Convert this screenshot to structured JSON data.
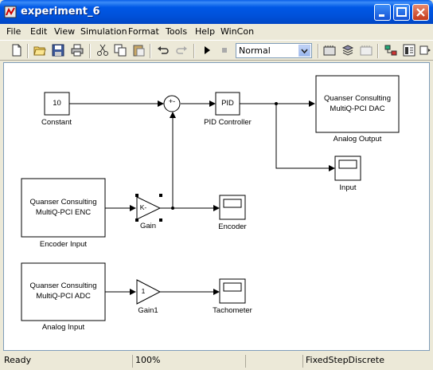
{
  "window": {
    "title": "experiment_6"
  },
  "menu": [
    "File",
    "Edit",
    "View",
    "Simulation",
    "Format",
    "Tools",
    "Help",
    "WinCon"
  ],
  "toolbar": {
    "mode": "Normal"
  },
  "blocks": {
    "constant": {
      "value": "10",
      "label": "Constant"
    },
    "sum": {
      "signs": "+-"
    },
    "pid": {
      "text": "PID",
      "label": "PID Controller"
    },
    "analog_output": {
      "line1": "Quanser Consulting",
      "line2": "MultiQ-PCI DAC",
      "label": "Analog Output"
    },
    "input_scope": {
      "label": "Input"
    },
    "encoder_input": {
      "line1": "Quanser Consulting",
      "line2": "MultiQ-PCI ENC",
      "label": "Encoder Input"
    },
    "gain": {
      "text": "K-",
      "label": "Gain"
    },
    "encoder_scope": {
      "label": "Encoder"
    },
    "analog_input": {
      "line1": "Quanser Consulting",
      "line2": "MultiQ-PCI ADC",
      "label": "Analog Input"
    },
    "gain1": {
      "text": "1",
      "label": "Gain1"
    },
    "tachometer_scope": {
      "label": "Tachometer"
    }
  },
  "status": {
    "state": "Ready",
    "zoom": "100%",
    "solver": "FixedStepDiscrete"
  }
}
